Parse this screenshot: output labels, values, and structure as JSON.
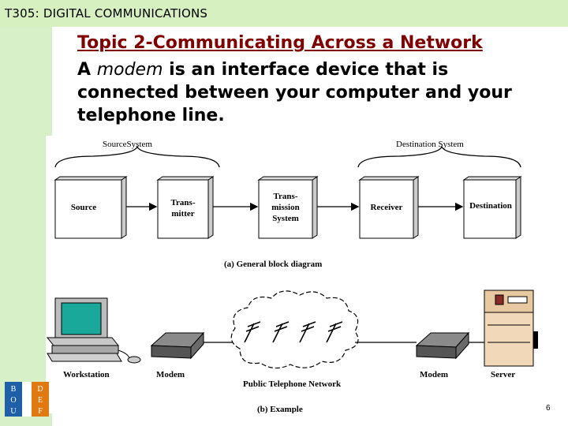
{
  "header": {
    "course_title": "T305: DIGITAL COMMUNICATIONS"
  },
  "slide": {
    "title": "Topic 2-Communicating Across a Network",
    "body_prefix": "A ",
    "body_italic": "modem",
    "body_suffix": " is an interface device that is connected between your computer and your telephone line.",
    "page_number": "6"
  },
  "diagram": {
    "source_system_label": "SourceSystem",
    "destination_system_label": "Destination System",
    "blocks": [
      {
        "id": "source",
        "lines": [
          "Source"
        ]
      },
      {
        "id": "transmitter",
        "lines": [
          "Trans-",
          "mitter"
        ]
      },
      {
        "id": "transmission",
        "lines": [
          "Trans-",
          "mission",
          "System"
        ]
      },
      {
        "id": "receiver",
        "lines": [
          "Receiver"
        ]
      },
      {
        "id": "destination",
        "lines": [
          "Destination"
        ]
      }
    ],
    "caption_a": "(a) General block diagram",
    "labels_b": {
      "workstation": "Workstation",
      "modem_left": "Modem",
      "modem_right": "Modem",
      "server": "Server",
      "network": "Public Telephone Network"
    },
    "caption_b": "(b) Example"
  },
  "logo": {
    "left_letters": [
      "B",
      "O",
      "U"
    ],
    "right_letters": [
      "D",
      "E",
      "F"
    ]
  },
  "colors": {
    "title": "#800000",
    "header_bg": "#d6f0c0",
    "page_bg": "#e8f6d8",
    "logo_blue": "#1f5fa8",
    "logo_orange": "#e07a10"
  }
}
